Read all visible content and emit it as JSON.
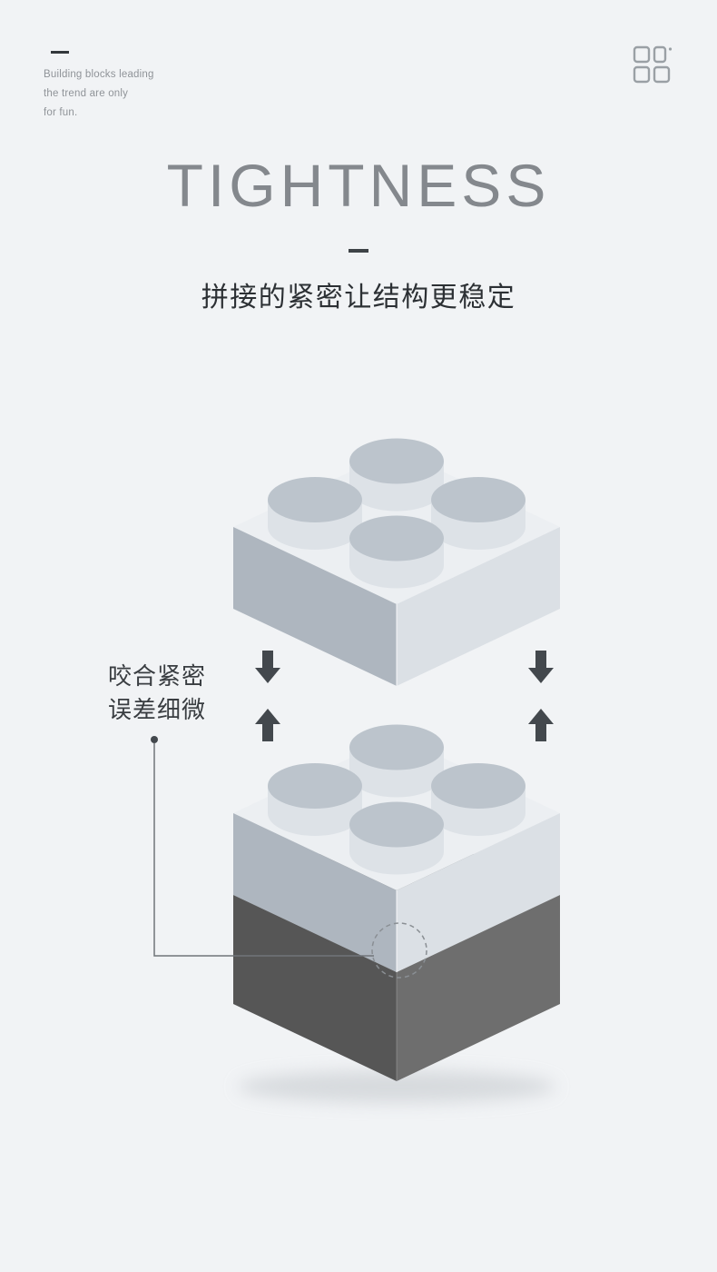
{
  "page": {
    "background": "#f1f3f5"
  },
  "header": {
    "tagline": [
      "Building blocks leading",
      "the trend are only",
      "for fun."
    ]
  },
  "hero": {
    "title": "TIGHTNESS",
    "subtitle": "拼接的紧密让结构更稳定"
  },
  "callout": {
    "line1": "咬合紧密",
    "line2": "误差细微"
  },
  "colors": {
    "accent_dark": "#43484d",
    "title_gray": "#84888d",
    "tagline_gray": "#8f9398",
    "line_gray": "#70757a",
    "dashed_circle": "#8a8f94",
    "brick_light_top": "#eceff2",
    "brick_light_left": "#aeb6bf",
    "brick_light_right": "#dbe0e5",
    "stud_top": "#bcc4cc",
    "stud_side": "#dde2e7",
    "brick_dark_top": "#757575",
    "brick_dark_left": "#565656",
    "brick_dark_right": "#6e6e6e"
  }
}
